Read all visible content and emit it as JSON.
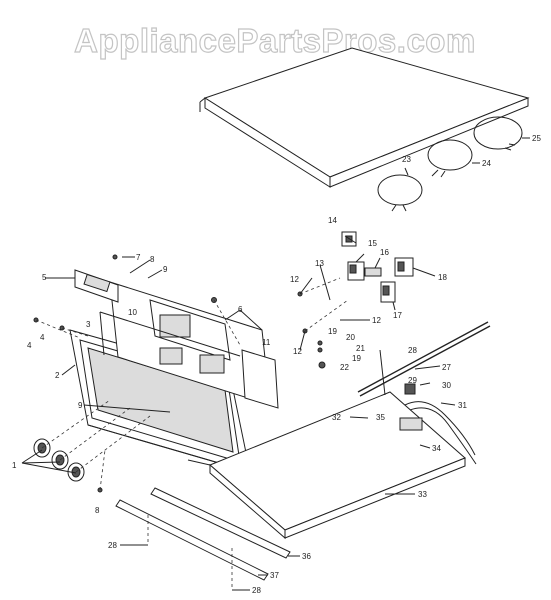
{
  "watermark": "AppliancePartsPros.com",
  "callouts": {
    "c1": "1",
    "c2": "2",
    "c3": "3",
    "c4a": "4",
    "c4b": "4",
    "c5": "5",
    "c6": "6",
    "c7": "7",
    "c8a": "8",
    "c8b": "8",
    "c9a": "9",
    "c9b": "9",
    "c10": "10",
    "c11": "11",
    "c12a": "12",
    "c12b": "12",
    "c12c": "12",
    "c13": "13",
    "c14": "14",
    "c15": "15",
    "c16": "16",
    "c17": "17",
    "c18": "18",
    "c19a": "19",
    "c19b": "19",
    "c20": "20",
    "c21": "21",
    "c22": "22",
    "c23": "23",
    "c24": "24",
    "c25": "25",
    "c27": "27",
    "c28a": "28",
    "c28b": "28",
    "c28c": "28",
    "c29": "29",
    "c30": "30",
    "c31": "31",
    "c32": "32",
    "c33": "33",
    "c34": "34",
    "c35": "35",
    "c36": "36",
    "c37": "37"
  }
}
